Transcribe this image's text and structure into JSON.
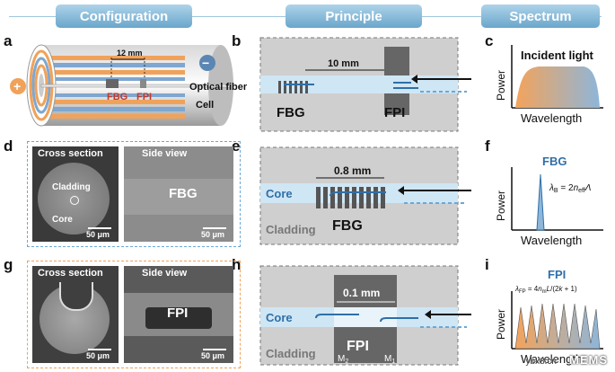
{
  "headers": {
    "configuration": "Configuration",
    "principle": "Principle",
    "spectrum": "Spectrum"
  },
  "panel_labels": {
    "a": "a",
    "b": "b",
    "c": "c",
    "d": "d",
    "e": "e",
    "f": "f",
    "g": "g",
    "h": "h",
    "i": "i"
  },
  "panel_a": {
    "dim": "12 mm",
    "fbg": "FBG",
    "fpi": "FPI",
    "fiber": "Optical fiber",
    "cell": "Cell",
    "plus": "+",
    "minus": "−"
  },
  "panel_b": {
    "dim": "10 mm",
    "fbg": "FBG",
    "fpi": "FPI"
  },
  "panel_c": {
    "title": "Incident light",
    "ylabel": "Power",
    "xlabel": "Wavelength"
  },
  "panel_d": {
    "cross": "Cross section",
    "side": "Side view",
    "cladding": "Cladding",
    "core": "Core",
    "fbg": "FBG",
    "scale1": "50 μm",
    "scale2": "50 μm"
  },
  "panel_e": {
    "dim": "0.8 mm",
    "core": "Core",
    "cladding": "Cladding",
    "fbg": "FBG"
  },
  "panel_f": {
    "title": "FBG",
    "ylabel": "Power",
    "xlabel": "Wavelength"
  },
  "panel_g": {
    "cross": "Cross section",
    "side": "Side view",
    "fpi": "FPI",
    "scale1": "50 μm",
    "scale2": "50 μm"
  },
  "panel_h": {
    "dim": "0.1 mm",
    "core": "Core",
    "cladding": "Cladding",
    "fpi": "FPI",
    "m2": "M",
    "m2sub": "2",
    "m1": "M",
    "m1sub": "1"
  },
  "panel_i": {
    "title": "FPI",
    "ylabel": "Power",
    "xlabel": "Wavelength"
  },
  "watermark": {
    "site": "ybx8.cn",
    "brand": "MEMS"
  },
  "colors": {
    "header": "#6aa6cb",
    "core": "#cfe6f4",
    "cladding": "#cfcfcf",
    "accent_blue": "#2f6fa8",
    "orange": "#f0a25a",
    "grating": "#555555"
  }
}
